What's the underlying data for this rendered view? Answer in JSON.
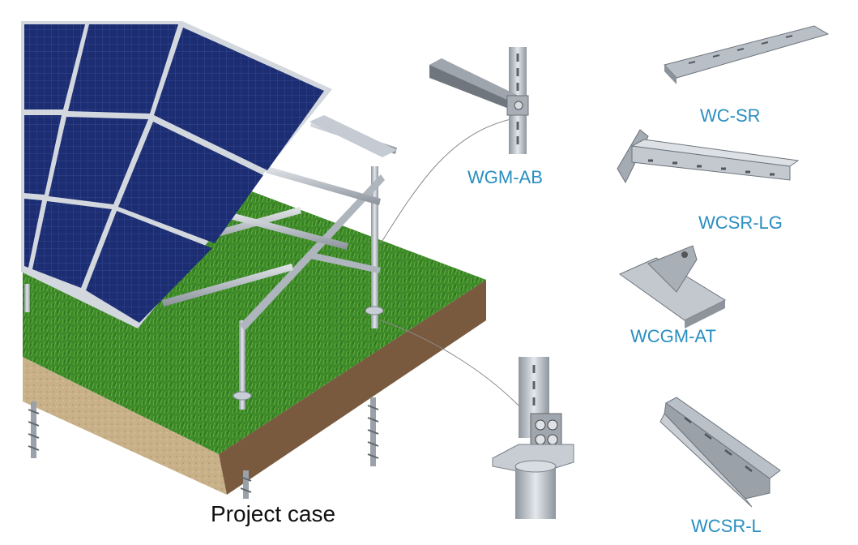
{
  "caption": "Project case",
  "parts": [
    {
      "code": "WC-SR",
      "shape": "c-channel-rail"
    },
    {
      "code": "WGM-AB",
      "shape": "angle-bracket-joint"
    },
    {
      "code": "WCSR-LG",
      "shape": "channel-rail-with-leg-plate"
    },
    {
      "code": "WCGM-AT",
      "shape": "triangle-attachment-bracket"
    },
    {
      "code": "WCSR-L",
      "shape": "slotted-u-channel"
    }
  ],
  "colors": {
    "label": "#2a8fc0",
    "panel": "#1c2d72",
    "panel_frame": "#c9ced6",
    "grass": "#3e8a2a",
    "soil": "#c2aa82",
    "steel": "#b7bec6"
  }
}
